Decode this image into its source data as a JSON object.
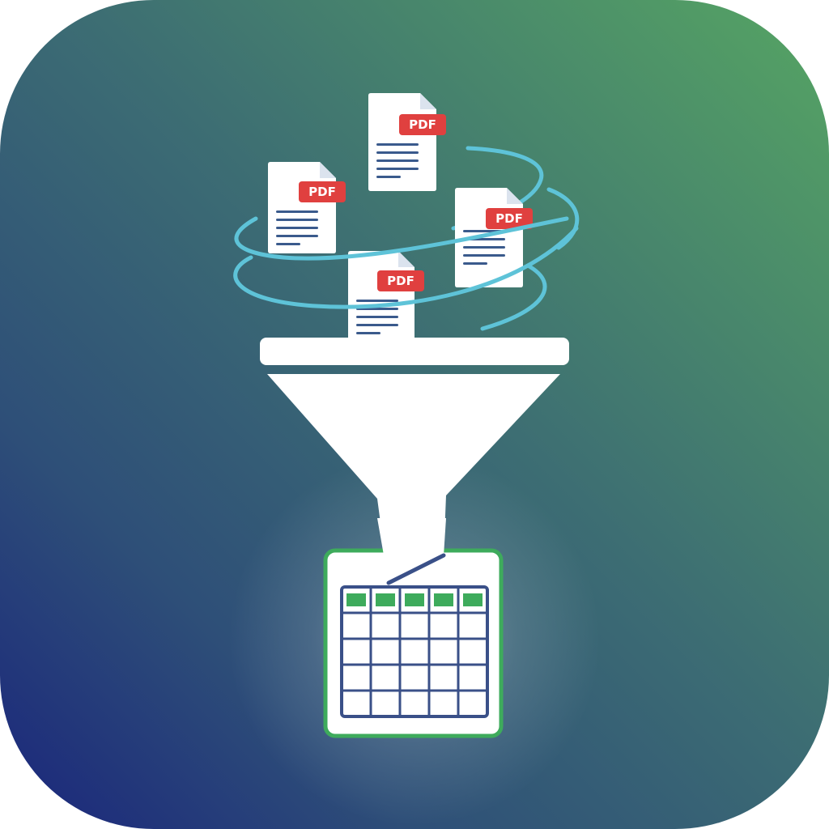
{
  "documents": [
    {
      "badge": "PDF"
    },
    {
      "badge": "PDF"
    },
    {
      "badge": "PDF"
    },
    {
      "badge": "PDF"
    }
  ],
  "icons": {
    "document": "pdf-document-icon",
    "funnel": "funnel-icon",
    "spreadsheet": "spreadsheet-icon",
    "orbit": "orbit-ring-icon"
  },
  "colors": {
    "background_top_right": "#53a163",
    "background_middle": "#3a6a74",
    "background_bottom_left": "#1b2a7a",
    "pdf_badge": "#e0403f",
    "doc_lines": "#3a5a8c",
    "orbit": "#5ec3d8",
    "funnel": "#ffffff",
    "sheet_border": "#3eab5c",
    "sheet_grid": "#3a5088",
    "sheet_header_cell": "#3eab5c"
  }
}
